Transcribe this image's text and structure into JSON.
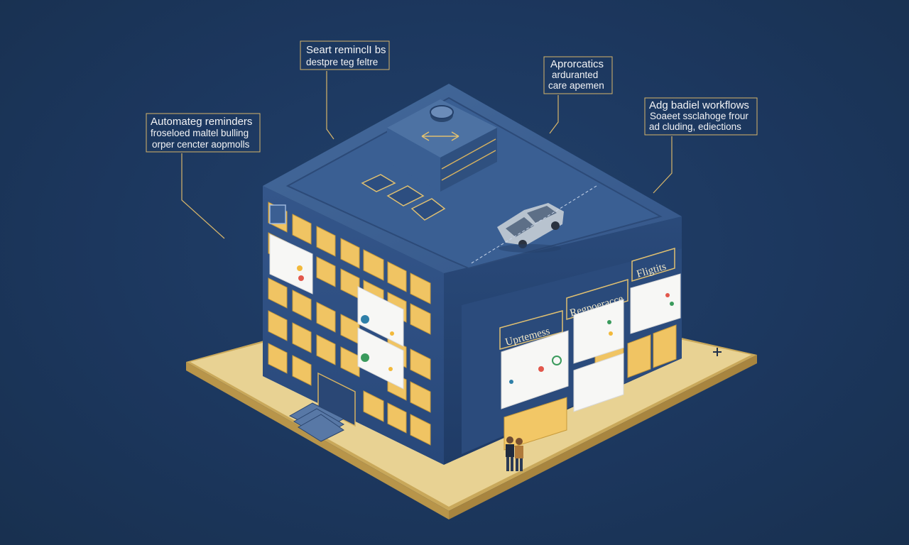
{
  "colors": {
    "background": "#1d3860",
    "building_top": "#3a5d8c",
    "building_front": "#2e4f7f",
    "building_side": "#23406b",
    "window": "#f2c766",
    "plaza": "#e6cf8a",
    "callout_line": "#d7b56a"
  },
  "callouts": [
    {
      "title": "Seart reminclI bs",
      "lines": [
        "destpre teg feltre"
      ]
    },
    {
      "title": "Aprorcatics",
      "lines": [
        "arduranted",
        "care apemen"
      ]
    },
    {
      "title": "Automateg reminders",
      "lines": [
        "froseloed maltel bulling",
        "orper cencter aopmolls"
      ]
    },
    {
      "title": "Adg badiel workflows",
      "lines": [
        "Soaeet ssclahoge frour",
        "ad cluding, ediections"
      ]
    }
  ],
  "signs": {
    "left": "Uprtemess",
    "center": "Regpoeracce",
    "right": "Fligtits"
  },
  "icons": [
    "rooftop-vent-icon",
    "car-icon",
    "people-icon",
    "plus-icon",
    "dashboard-card-icon"
  ]
}
